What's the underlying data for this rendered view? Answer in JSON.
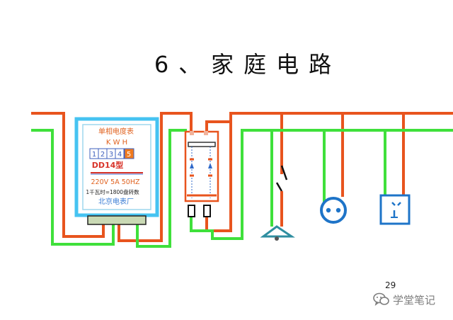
{
  "title": "6、家庭电路",
  "meter": {
    "header": "单相电度表",
    "unit": "K W H",
    "digits": [
      "1",
      "2",
      "3",
      "4",
      "5"
    ],
    "model": "DD14型",
    "rating": "220V 5A 50HZ",
    "spec": "1千瓦时=1800盘转数",
    "maker": "北京电表厂"
  },
  "page_number": "29",
  "watermark": {
    "text": "学堂笔记",
    "icon": "wechat-icon"
  },
  "colors": {
    "live_wire": "#e8541e",
    "neutral_wire": "#3fe03b",
    "meter_border": "#46c3f1",
    "meter_text": "#e0621f",
    "meter_model": "#d8342a",
    "meter_maker": "#3a7cd4",
    "digit_box": "#3d5fbd",
    "digit_last": "#f07a1e",
    "fuse_blue": "#2f69c9",
    "lamp_outline": "#2f8ea0",
    "socket_blue": "#1e74c8",
    "terminal_base": "#c9d9b4"
  }
}
